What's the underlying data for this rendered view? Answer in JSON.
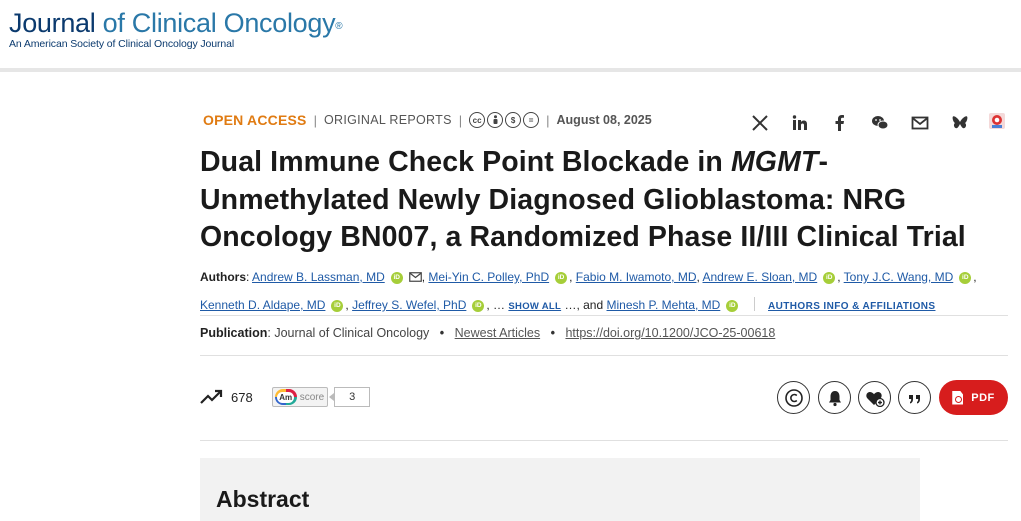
{
  "header": {
    "logo_word1": "Journal",
    "logo_word2": "of Clinical Oncology",
    "logo_reg": "®",
    "logo_subtitle": "An American Society of Clinical Oncology Journal"
  },
  "meta": {
    "access": "OPEN ACCESS",
    "separator": "|",
    "section": "ORIGINAL REPORTS",
    "license_icons": [
      "cc-icon",
      "by-icon",
      "nc-icon",
      "nd-icon"
    ],
    "date": "August 08, 2025"
  },
  "share_icons": [
    "x-icon",
    "linkedin-icon",
    "facebook-icon",
    "wechat-icon",
    "email-icon",
    "bluesky-icon",
    "mendeley-icon"
  ],
  "article": {
    "title_part1": "Dual Immune Check Point Blockade in ",
    "title_italic": "MGMT",
    "title_part2": "-Unmethylated Newly Diagnosed Glioblastoma: NRG Oncology BN007, a Randomized Phase II/III Clinical Trial"
  },
  "authors": {
    "label": "Authors",
    "colon": ":",
    "list": [
      "Andrew B. Lassman, MD",
      "Mei-Yin C. Polley, PhD",
      "Fabio M. Iwamoto, MD",
      "Andrew E. Sloan, MD",
      "Tony J.C. Wang, MD",
      "Kenneth D. Aldape, MD",
      "Jeffrey S. Wefel, PhD",
      "Minesh P. Mehta, MD"
    ],
    "orcid_label": "iD",
    "ellipsis": "…",
    "show_all": "SHOW ALL",
    "and_text": "…, and",
    "affiliations": "AUTHORS INFO & AFFILIATIONS"
  },
  "publication": {
    "label": "Publication",
    "journal": "Journal of Clinical Oncology",
    "newest": "Newest Articles",
    "doi": "https://doi.org/10.1200/JCO-25-00618",
    "bullet": "•"
  },
  "metrics": {
    "views": "678",
    "altmetric_badge": "Am",
    "altmetric_label": "score",
    "altmetric_score": "3"
  },
  "actions": {
    "icons": [
      "copyright-icon",
      "bell-icon",
      "heart-add-icon",
      "quote-icon"
    ],
    "pdf_label": "PDF"
  },
  "abstract": {
    "heading": "Abstract"
  }
}
